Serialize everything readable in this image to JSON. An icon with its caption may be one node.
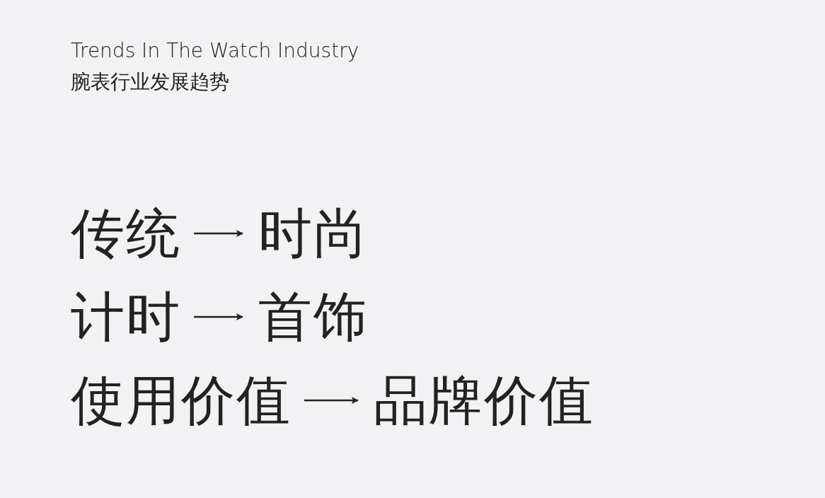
{
  "diagram": {
    "title": "Trends In The Watch Industry",
    "nodes": [
      {
        "text": [
          "传统"
        ]
      },
      {
        "text": [
          "时尚"
        ]
      },
      {
        "text": [
          "计时"
        ]
      },
      {
        "text": [
          "首饰"
        ]
      },
      {
        "text": [
          "使用价值"
        ]
      },
      {
        "text": [
          "品牌价值"
        ]
      }
    ],
    "edges": [
      {
        "from": 0,
        "to": 1,
        "arrow": "to"
      },
      {
        "from": 2,
        "to": 3,
        "arrow": "to"
      },
      {
        "from": 4,
        "to": 5,
        "arrow": "to"
      }
    ],
    "labels": [
      "腕表行业发展趋势"
    ]
  }
}
